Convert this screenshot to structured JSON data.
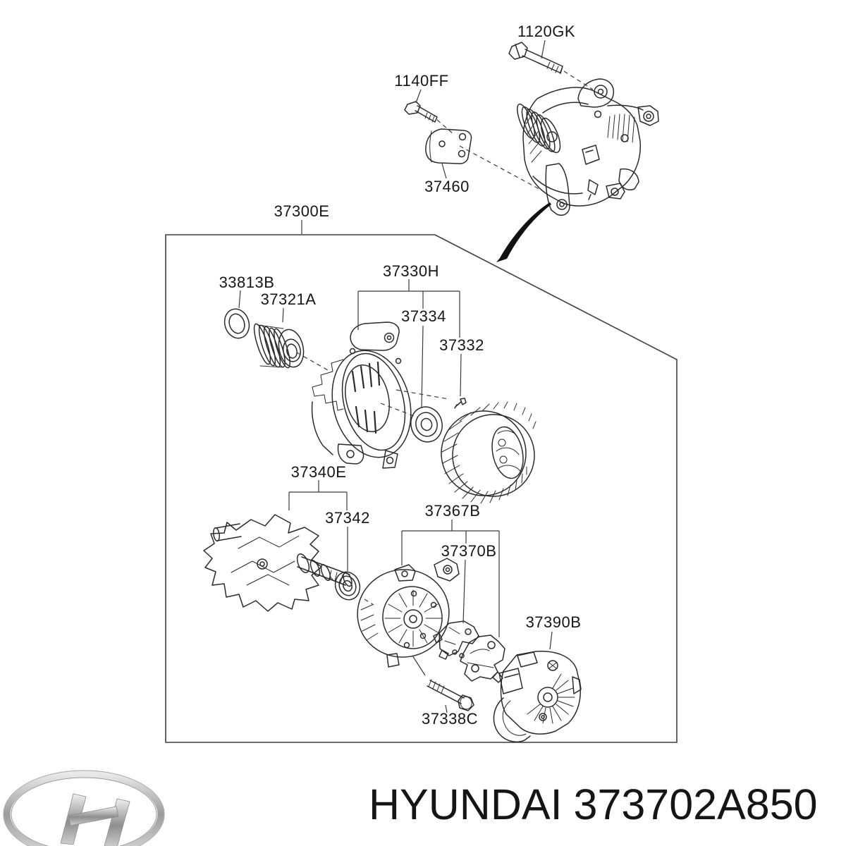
{
  "colors": {
    "background": "#ffffff",
    "line": "#2b2b2b",
    "leader": "#3a3a3a",
    "label_text": "#161616",
    "arrow": "#111111",
    "logo_silver": "#b5b5b5"
  },
  "diagram": {
    "labels": {
      "p1120gk": "1120GK",
      "p1140ff": "1140FF",
      "p37460": "37460",
      "p37300e": "37300E",
      "p33813b": "33813B",
      "p37321a": "37321A",
      "p37330h": "37330H",
      "p37334": "37334",
      "p37332": "37332",
      "p37340e": "37340E",
      "p37342": "37342",
      "p37367b": "37367B",
      "p37370b": "37370B",
      "p37390b": "37390B",
      "p37338c": "37338C"
    }
  },
  "footer": {
    "brand": "HYUNDAI",
    "part_number": "373702A850"
  }
}
